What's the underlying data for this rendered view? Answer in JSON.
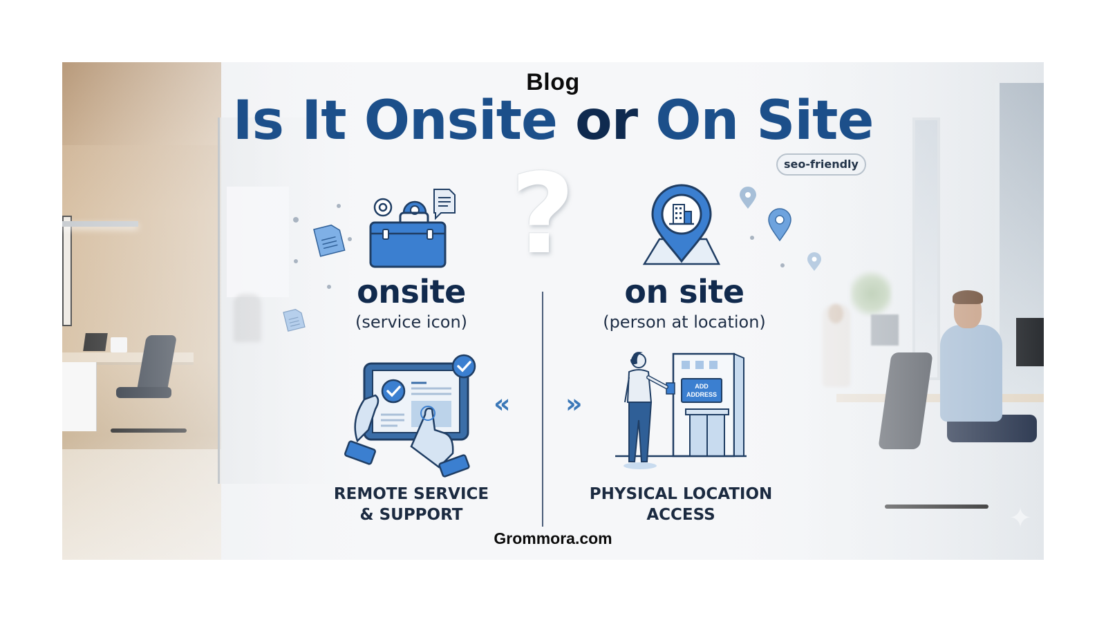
{
  "header": {
    "blog_label": "Blog",
    "title_part1": "Is It Onsite",
    "title_part2": "or",
    "title_part3": "On Site",
    "badge": "seo-friendly"
  },
  "left_column": {
    "title": "onsite",
    "subtitle": "(service icon)",
    "caption_line1": "REMOTE SERVICE",
    "caption_line2": "& SUPPORT",
    "top_icon": "toolbox-gears-document-icon",
    "bottom_icon": "tablet-touch-checkmark-icon"
  },
  "right_column": {
    "title": "on site",
    "subtitle": "(person at location)",
    "caption_line1": "PHYSICAL LOCATION",
    "caption_line2": "ACCESS",
    "top_icon": "map-pin-building-icon",
    "bottom_icon": "person-at-building-icon",
    "sign_line1": "ADD",
    "sign_line2": "ADDRESS"
  },
  "center": {
    "question_mark": "?",
    "left_arrow": "«",
    "right_arrow": "»"
  },
  "footer": {
    "watermark": "Grommora.com"
  },
  "colors": {
    "title_blue": "#1c4f8a",
    "title_dark": "#0f2a4f",
    "icon_blue": "#3b7fd0",
    "icon_outline": "#1f3d63",
    "text_dark": "#112a4d"
  }
}
